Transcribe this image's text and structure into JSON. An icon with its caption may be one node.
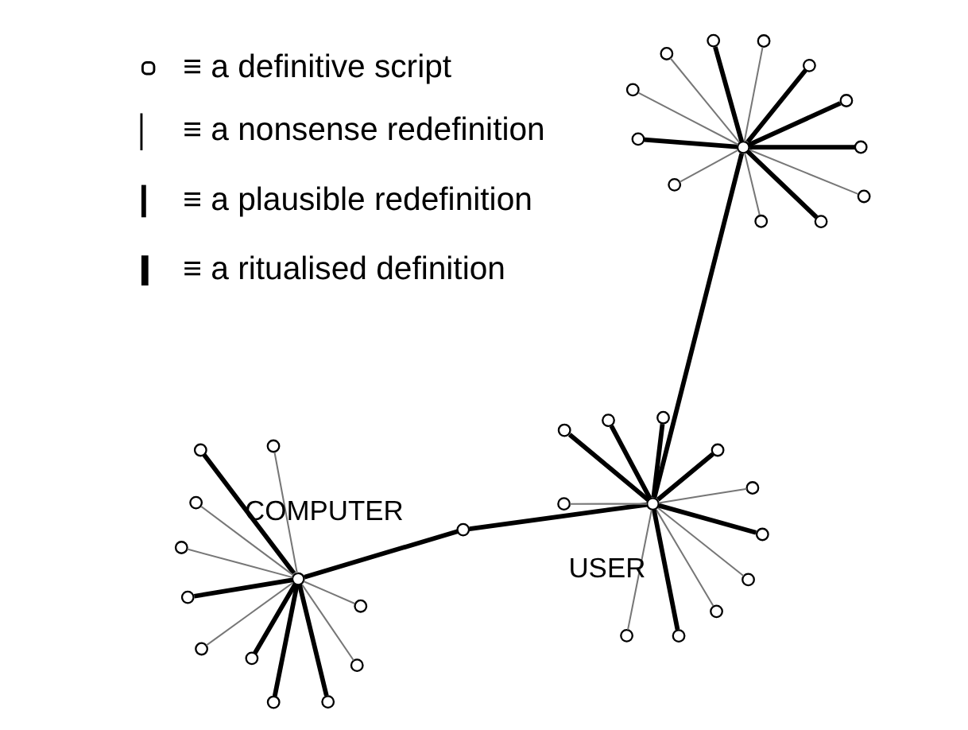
{
  "diagram": {
    "nodes": [
      {
        "text": [],
        "shape": "circle"
      },
      {
        "text": [],
        "shape": "circle"
      },
      {
        "text": [],
        "shape": "circle"
      },
      {
        "text": [],
        "shape": "circle"
      },
      {
        "text": [],
        "shape": "circle"
      },
      {
        "text": [],
        "shape": "circle"
      },
      {
        "text": [],
        "shape": "circle"
      },
      {
        "text": [],
        "shape": "circle"
      },
      {
        "text": [],
        "shape": "circle"
      },
      {
        "text": [],
        "shape": "circle"
      },
      {
        "text": [],
        "shape": "circle"
      },
      {
        "text": [],
        "shape": "circle"
      },
      {
        "text": [],
        "shape": "circle"
      },
      {
        "text": [],
        "shape": "circle"
      },
      {
        "text": [],
        "shape": "circle"
      },
      {
        "text": [],
        "shape": "circle"
      },
      {
        "text": [],
        "shape": "circle"
      },
      {
        "text": [],
        "shape": "circle"
      },
      {
        "text": [],
        "shape": "circle"
      },
      {
        "text": [],
        "shape": "circle"
      },
      {
        "text": [],
        "shape": "circle"
      },
      {
        "text": [],
        "shape": "circle"
      },
      {
        "text": [],
        "shape": "circle"
      },
      {
        "text": [],
        "shape": "circle"
      },
      {
        "text": [],
        "shape": "circle"
      },
      {
        "text": [],
        "shape": "circle"
      },
      {
        "text": [],
        "shape": "circle"
      },
      {
        "text": [],
        "shape": "circle"
      },
      {
        "text": [],
        "shape": "circle"
      },
      {
        "text": [],
        "shape": "circle"
      },
      {
        "text": [],
        "shape": "circle"
      },
      {
        "text": [],
        "shape": "circle"
      },
      {
        "text": [],
        "shape": "circle"
      },
      {
        "text": [],
        "shape": "circle"
      },
      {
        "text": [],
        "shape": "circle"
      },
      {
        "text": [],
        "shape": "circle"
      },
      {
        "text": [],
        "shape": "circle"
      },
      {
        "text": [],
        "shape": "circle"
      }
    ],
    "edges": [
      {
        "from": 0,
        "to": 1,
        "arrow": "none",
        "color": "#777777"
      },
      {
        "from": 0,
        "to": 2,
        "arrow": "none",
        "color": "#777777"
      },
      {
        "from": 0,
        "to": 3,
        "arrow": "none"
      },
      {
        "from": 0,
        "to": 4,
        "arrow": "none",
        "color": "#777777"
      },
      {
        "from": 0,
        "to": 5,
        "arrow": "none",
        "color": "#777777"
      },
      {
        "from": 0,
        "to": 6,
        "arrow": "none",
        "color": "#777777"
      },
      {
        "from": 0,
        "to": 7,
        "arrow": "none"
      },
      {
        "from": 0,
        "to": 8,
        "arrow": "none"
      },
      {
        "from": 0,
        "to": 9,
        "arrow": "none"
      },
      {
        "from": 0,
        "to": 10,
        "arrow": "none"
      },
      {
        "from": 0,
        "to": 11,
        "arrow": "none",
        "color": "#777777"
      },
      {
        "from": 0,
        "to": 12,
        "arrow": "none"
      },
      {
        "from": 12,
        "to": 13,
        "arrow": "none"
      },
      {
        "from": 13,
        "to": 14,
        "arrow": "none"
      },
      {
        "from": 13,
        "to": 15,
        "arrow": "none",
        "color": "#777777"
      },
      {
        "from": 13,
        "to": 16,
        "arrow": "none",
        "color": "#777777"
      },
      {
        "from": 13,
        "to": 17,
        "arrow": "none"
      },
      {
        "from": 13,
        "to": 18,
        "arrow": "none",
        "color": "#777777"
      },
      {
        "from": 13,
        "to": 19,
        "arrow": "none"
      },
      {
        "from": 13,
        "to": 20,
        "arrow": "none"
      },
      {
        "from": 13,
        "to": 21,
        "arrow": "none",
        "color": "#777777"
      },
      {
        "from": 13,
        "to": 22,
        "arrow": "none"
      },
      {
        "from": 13,
        "to": 23,
        "arrow": "none",
        "color": "#777777"
      },
      {
        "from": 13,
        "to": 24,
        "arrow": "none"
      },
      {
        "from": 13,
        "to": 25,
        "arrow": "none"
      },
      {
        "from": 25,
        "to": 26,
        "arrow": "none"
      },
      {
        "from": 25,
        "to": 27,
        "arrow": "none"
      },
      {
        "from": 25,
        "to": 28,
        "arrow": "none",
        "color": "#777777"
      },
      {
        "from": 25,
        "to": 29,
        "arrow": "none",
        "color": "#777777"
      },
      {
        "from": 25,
        "to": 30,
        "arrow": "none"
      },
      {
        "from": 25,
        "to": 31,
        "arrow": "none"
      },
      {
        "from": 25,
        "to": 32,
        "arrow": "none",
        "color": "#777777"
      },
      {
        "from": 25,
        "to": 33,
        "arrow": "none",
        "color": "#777777"
      },
      {
        "from": 25,
        "to": 34,
        "arrow": "none"
      },
      {
        "from": 25,
        "to": 35,
        "arrow": "none"
      },
      {
        "from": 25,
        "to": 36,
        "arrow": "none",
        "color": "#777777"
      },
      {
        "from": 25,
        "to": 37,
        "arrow": "none",
        "color": "#777777"
      }
    ],
    "labels": [
      "COMPUTER",
      "USER"
    ],
    "legend": [
      {
        "text": "≡ a definitive script"
      },
      {
        "text": "≡ a nonsense redefinition"
      },
      {
        "text": "≡ a plausible redefinition"
      },
      {
        "text": "≡ a ritualised definition"
      }
    ]
  }
}
